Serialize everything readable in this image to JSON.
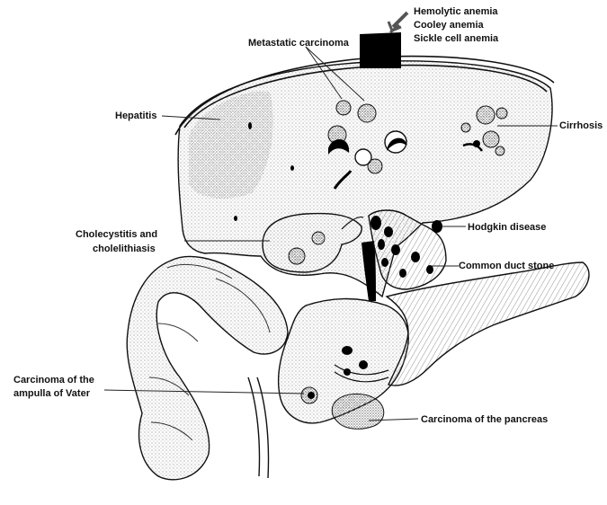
{
  "labels": {
    "arrow_labels": [
      "Hemolytic anemia",
      "Cooley anemia",
      "Sickle cell anemia"
    ],
    "metastatic": "Metastatic carcinoma",
    "hepatitis": "Hepatitis",
    "cirrhosis": "Cirrhosis",
    "hodgkin": "Hodgkin disease",
    "cholecystitis": [
      "Cholecystitis and",
      "cholelithiasis"
    ],
    "common_duct": "Common duct stone",
    "ampulla": [
      "Carcinoma of the",
      "ampulla of Vater"
    ],
    "pancreas_ca": "Carcinoma of the pancreas"
  },
  "colors": {
    "ink": "#111111",
    "stipple": "#8a8a8a",
    "background": "#ffffff",
    "black_fill": "#000000"
  }
}
